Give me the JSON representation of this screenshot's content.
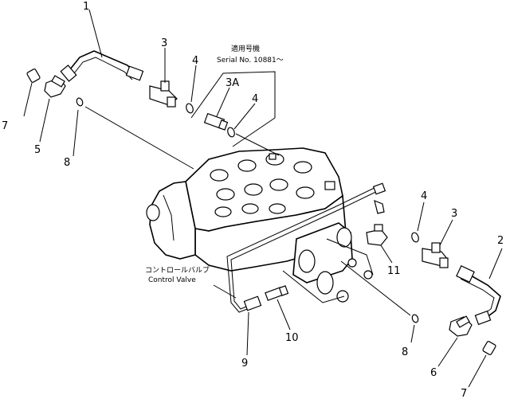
{
  "callouts": {
    "p1": "1",
    "p2": "2",
    "p3_left": "3",
    "p3_right": "3",
    "p3a": "3A",
    "p4_left": "4",
    "p4_mid": "4",
    "p4_right": "4",
    "p5": "5",
    "p6": "6",
    "p7_left": "7",
    "p7_right": "7",
    "p8_left": "8",
    "p8_right": "8",
    "p9": "9",
    "p10": "10",
    "p11": "11"
  },
  "serial_note": {
    "jp": "適用号機",
    "en": "Serial No. 10881～"
  },
  "component_label": {
    "jp": "コントロールバルブ",
    "en": "Control Valve"
  }
}
